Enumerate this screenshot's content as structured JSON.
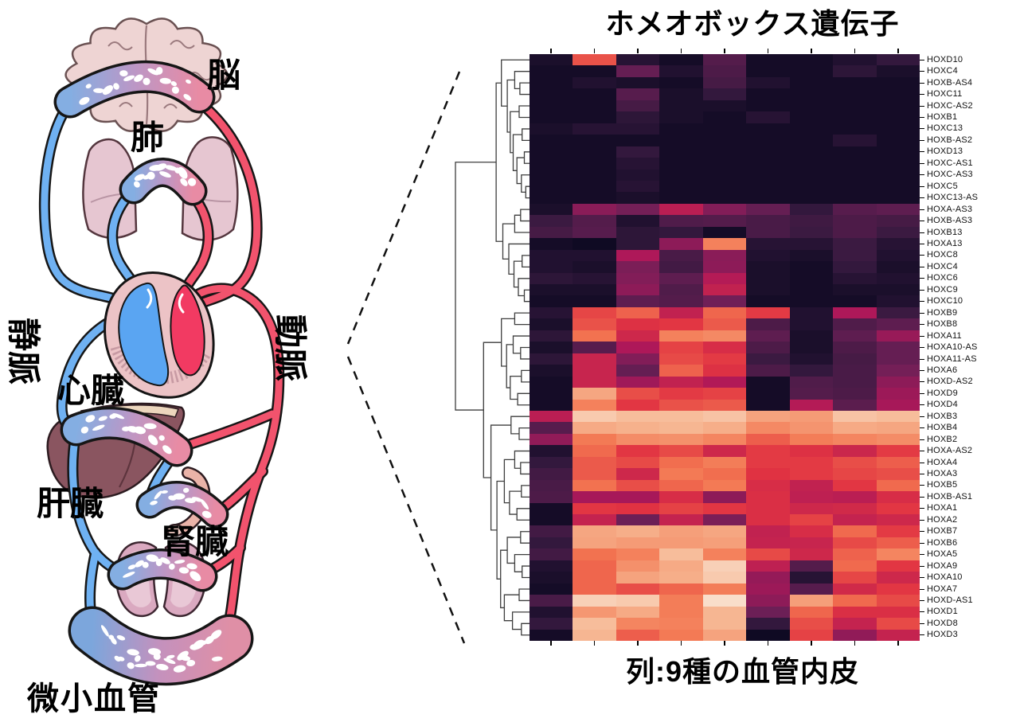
{
  "chart_data": {
    "type": "heatmap",
    "title": "ホメオボックス遺伝子",
    "caption": "列:9種の血管内皮",
    "rows": [
      "HOXD10",
      "HOXC4",
      "HOXB-AS4",
      "HOXC11",
      "HOXC-AS2",
      "HOXB1",
      "HOXC13",
      "HOXB-AS2",
      "HOXD13",
      "HOXC-AS1",
      "HOXC-AS3",
      "HOXC5",
      "HOXC13-AS",
      "HOXA-AS3",
      "HOXB-AS3",
      "HOXB13",
      "HOXA13",
      "HOXC8",
      "HOXC4",
      "HOXC6",
      "HOXC9",
      "HOXC10",
      "HOXB9",
      "HOXB8",
      "HOXA11",
      "HOXA10-AS",
      "HOXA11-AS",
      "HOXA6",
      "HOXD-AS2",
      "HOXD9",
      "HOXD4",
      "HOXB3",
      "HOXB4",
      "HOXB2",
      "HOXA-AS2",
      "HOXA4",
      "HOXA3",
      "HOXB5",
      "HOXB-AS1",
      "HOXA1",
      "HOXA2",
      "HOXB7",
      "HOXB6",
      "HOXA5",
      "HOXA9",
      "HOXA10",
      "HOXA7",
      "HOXD-AS1",
      "HOXD1",
      "HOXD8",
      "HOXD3"
    ],
    "n_columns": 9,
    "colormap": "rocket",
    "legend_position": "none",
    "grid": false,
    "values": [
      [
        0.04,
        0.66,
        0.06,
        0.03,
        0.17,
        0.03,
        0.03,
        0.05,
        0.08
      ],
      [
        0.03,
        0.03,
        0.22,
        0.05,
        0.15,
        0.03,
        0.03,
        0.07,
        0.04
      ],
      [
        0.03,
        0.05,
        0.04,
        0.03,
        0.13,
        0.05,
        0.03,
        0.03,
        0.03
      ],
      [
        0.03,
        0.03,
        0.18,
        0.04,
        0.08,
        0.03,
        0.03,
        0.03,
        0.03
      ],
      [
        0.03,
        0.03,
        0.13,
        0.04,
        0.04,
        0.03,
        0.03,
        0.03,
        0.03
      ],
      [
        0.03,
        0.03,
        0.07,
        0.04,
        0.03,
        0.06,
        0.03,
        0.03,
        0.03
      ],
      [
        0.04,
        0.06,
        0.06,
        0.03,
        0.03,
        0.03,
        0.03,
        0.03,
        0.03
      ],
      [
        0.03,
        0.03,
        0.03,
        0.03,
        0.03,
        0.03,
        0.03,
        0.06,
        0.03
      ],
      [
        0.03,
        0.03,
        0.08,
        0.03,
        0.03,
        0.03,
        0.03,
        0.03,
        0.03
      ],
      [
        0.03,
        0.03,
        0.06,
        0.03,
        0.03,
        0.03,
        0.03,
        0.03,
        0.03
      ],
      [
        0.03,
        0.03,
        0.05,
        0.03,
        0.03,
        0.03,
        0.03,
        0.03,
        0.03
      ],
      [
        0.03,
        0.03,
        0.06,
        0.03,
        0.03,
        0.03,
        0.03,
        0.03,
        0.03
      ],
      [
        0.03,
        0.03,
        0.04,
        0.03,
        0.03,
        0.03,
        0.03,
        0.03,
        0.03
      ],
      [
        0.04,
        0.32,
        0.26,
        0.46,
        0.3,
        0.22,
        0.08,
        0.18,
        0.2
      ],
      [
        0.1,
        0.17,
        0.05,
        0.16,
        0.17,
        0.14,
        0.11,
        0.15,
        0.13
      ],
      [
        0.13,
        0.18,
        0.07,
        0.08,
        0.03,
        0.14,
        0.1,
        0.15,
        0.1
      ],
      [
        0.03,
        0.02,
        0.07,
        0.33,
        0.78,
        0.06,
        0.06,
        0.1,
        0.06
      ],
      [
        0.05,
        0.05,
        0.42,
        0.14,
        0.32,
        0.05,
        0.04,
        0.1,
        0.05
      ],
      [
        0.05,
        0.04,
        0.28,
        0.12,
        0.33,
        0.04,
        0.03,
        0.08,
        0.04
      ],
      [
        0.07,
        0.06,
        0.3,
        0.2,
        0.44,
        0.04,
        0.03,
        0.06,
        0.05
      ],
      [
        0.04,
        0.04,
        0.33,
        0.16,
        0.48,
        0.04,
        0.03,
        0.04,
        0.04
      ],
      [
        0.03,
        0.03,
        0.2,
        0.17,
        0.25,
        0.03,
        0.03,
        0.03,
        0.05
      ],
      [
        0.06,
        0.63,
        0.7,
        0.48,
        0.71,
        0.6,
        0.05,
        0.42,
        0.1
      ],
      [
        0.04,
        0.66,
        0.57,
        0.59,
        0.68,
        0.15,
        0.05,
        0.16,
        0.2
      ],
      [
        0.07,
        0.74,
        0.52,
        0.78,
        0.8,
        0.2,
        0.04,
        0.2,
        0.36
      ],
      [
        0.04,
        0.18,
        0.42,
        0.62,
        0.55,
        0.15,
        0.04,
        0.15,
        0.22
      ],
      [
        0.07,
        0.5,
        0.3,
        0.64,
        0.6,
        0.1,
        0.05,
        0.13,
        0.22
      ],
      [
        0.04,
        0.5,
        0.22,
        0.7,
        0.57,
        0.15,
        0.08,
        0.14,
        0.26
      ],
      [
        0.03,
        0.5,
        0.38,
        0.48,
        0.43,
        0.03,
        0.16,
        0.14,
        0.33
      ],
      [
        0.03,
        0.88,
        0.65,
        0.6,
        0.62,
        0.03,
        0.17,
        0.15,
        0.37
      ],
      [
        0.03,
        0.78,
        0.59,
        0.66,
        0.68,
        0.03,
        0.44,
        0.19,
        0.4
      ],
      [
        0.46,
        0.95,
        0.93,
        0.93,
        0.94,
        0.87,
        0.85,
        0.94,
        0.93
      ],
      [
        0.18,
        0.89,
        0.91,
        0.92,
        0.9,
        0.8,
        0.83,
        0.89,
        0.88
      ],
      [
        0.34,
        0.76,
        0.81,
        0.82,
        0.79,
        0.69,
        0.77,
        0.79,
        0.81
      ],
      [
        0.05,
        0.72,
        0.59,
        0.64,
        0.52,
        0.6,
        0.57,
        0.51,
        0.6
      ],
      [
        0.08,
        0.68,
        0.64,
        0.73,
        0.77,
        0.6,
        0.6,
        0.65,
        0.69
      ],
      [
        0.12,
        0.68,
        0.52,
        0.76,
        0.73,
        0.58,
        0.6,
        0.63,
        0.65
      ],
      [
        0.14,
        0.74,
        0.65,
        0.71,
        0.76,
        0.55,
        0.48,
        0.59,
        0.72
      ],
      [
        0.15,
        0.4,
        0.4,
        0.55,
        0.33,
        0.56,
        0.47,
        0.46,
        0.55
      ],
      [
        0.03,
        0.59,
        0.58,
        0.62,
        0.59,
        0.56,
        0.52,
        0.53,
        0.59
      ],
      [
        0.03,
        0.49,
        0.24,
        0.49,
        0.28,
        0.56,
        0.62,
        0.49,
        0.52
      ],
      [
        0.12,
        0.88,
        0.9,
        0.86,
        0.88,
        0.48,
        0.55,
        0.72,
        0.6
      ],
      [
        0.08,
        0.87,
        0.85,
        0.85,
        0.86,
        0.49,
        0.5,
        0.64,
        0.69
      ],
      [
        0.12,
        0.74,
        0.78,
        0.93,
        0.78,
        0.64,
        0.52,
        0.7,
        0.79
      ],
      [
        0.05,
        0.71,
        0.82,
        0.89,
        0.96,
        0.47,
        0.17,
        0.72,
        0.59
      ],
      [
        0.04,
        0.71,
        0.87,
        0.9,
        0.95,
        0.35,
        0.06,
        0.63,
        0.52
      ],
      [
        0.03,
        0.71,
        0.65,
        0.71,
        0.77,
        0.37,
        0.18,
        0.53,
        0.59
      ],
      [
        0.14,
        0.96,
        0.95,
        0.77,
        0.98,
        0.33,
        0.86,
        0.72,
        0.64
      ],
      [
        0.05,
        0.84,
        0.89,
        0.77,
        0.92,
        0.24,
        0.71,
        0.56,
        0.56
      ],
      [
        0.08,
        0.93,
        0.79,
        0.78,
        0.92,
        0.08,
        0.65,
        0.49,
        0.64
      ],
      [
        0.03,
        0.92,
        0.69,
        0.76,
        0.87,
        0.02,
        0.62,
        0.34,
        0.49
      ]
    ],
    "colormap_stops": [
      [
        0.0,
        "#03051A"
      ],
      [
        0.083,
        "#35193E"
      ],
      [
        0.25,
        "#701F57"
      ],
      [
        0.417,
        "#AD1759"
      ],
      [
        0.583,
        "#E13342"
      ],
      [
        0.75,
        "#F37651"
      ],
      [
        0.917,
        "#F6B48F"
      ],
      [
        1.0,
        "#FAEBDD"
      ]
    ]
  },
  "dendrogram_tree": {
    "d": 1.0,
    "c": [
      {
        "d": 0.45,
        "c": [
          {
            "d": 0.38,
            "c": [
              0,
              {
                "d": 0.3,
                "c": [
                  {
                    "d": 0.2,
                    "c": [
                      1,
                      {
                        "d": 0.13,
                        "c": [
                          2,
                          3
                        ]
                      }
                    ]
                  },
                  {
                    "d": 0.26,
                    "c": [
                      {
                        "d": 0.14,
                        "c": [
                          4,
                          5
                        ]
                      },
                      {
                        "d": 0.22,
                        "c": [
                          {
                            "d": 0.1,
                            "c": [
                              6,
                              7
                            ]
                          },
                          {
                            "d": 0.17,
                            "c": [
                              {
                                "d": 0.07,
                                "c": [
                                  8,
                                  9
                                ]
                              },
                              {
                                "d": 0.11,
                                "c": [
                                  10,
                                  {
                                    "d": 0.05,
                                    "c": [
                                      11,
                                      12
                                    ]
                                  }
                                ]
                              }
                            ]
                          }
                        ]
                      }
                    ]
                  }
                ]
              }
            ]
          },
          {
            "d": 0.36,
            "c": [
              {
                "d": 0.2,
                "c": [
                  {
                    "d": 0.12,
                    "c": [
                      13,
                      14
                    ]
                  },
                  15
                ]
              },
              {
                "d": 0.28,
                "c": [
                  16,
                  {
                    "d": 0.21,
                    "c": [
                      {
                        "d": 0.1,
                        "c": [
                          17,
                          18
                        ]
                      },
                      {
                        "d": 0.15,
                        "c": [
                          19,
                          {
                            "d": 0.07,
                            "c": [
                              20,
                              21
                            ]
                          }
                        ]
                      }
                    ]
                  }
                ]
              }
            ]
          }
        ]
      },
      {
        "d": 0.62,
        "c": [
          {
            "d": 0.38,
            "c": [
              {
                "d": 0.2,
                "c": [
                  22,
                  23
                ]
              },
              {
                "d": 0.31,
                "c": [
                  {
                    "d": 0.22,
                    "c": [
                      24,
                      {
                        "d": 0.12,
                        "c": [
                          25,
                          26
                        ]
                      }
                    ]
                  },
                  {
                    "d": 0.26,
                    "c": [
                      {
                        "d": 0.11,
                        "c": [
                          27,
                          28
                        ]
                      },
                      {
                        "d": 0.16,
                        "c": [
                          29,
                          30
                        ]
                      }
                    ]
                  }
                ]
              }
            ]
          },
          {
            "d": 0.52,
            "c": [
              {
                "d": 0.25,
                "c": [
                  31,
                  {
                    "d": 0.14,
                    "c": [
                      32,
                      33
                    ]
                  }
                ]
              },
              {
                "d": 0.44,
                "c": [
                  {
                    "d": 0.34,
                    "c": [
                      {
                        "d": 0.2,
                        "c": [
                          34,
                          {
                            "d": 0.12,
                            "c": [
                              35,
                              36
                            ]
                          }
                        ]
                      },
                      {
                        "d": 0.27,
                        "c": [
                          {
                            "d": 0.11,
                            "c": [
                              37,
                              38
                            ]
                          },
                          {
                            "d": 0.17,
                            "c": [
                              39,
                              40
                            ]
                          }
                        ]
                      }
                    ]
                  },
                  {
                    "d": 0.39,
                    "c": [
                      {
                        "d": 0.3,
                        "c": [
                          {
                            "d": 0.12,
                            "c": [
                              41,
                              42
                            ]
                          },
                          {
                            "d": 0.2,
                            "c": [
                              43,
                              {
                                "d": 0.1,
                                "c": [
                                  44,
                                  45
                                ]
                              }
                            ]
                          }
                        ]
                      },
                      {
                        "d": 0.34,
                        "c": [
                          {
                            "d": 0.14,
                            "c": [
                              46,
                              47
                            ]
                          },
                          {
                            "d": 0.23,
                            "c": [
                              48,
                              {
                                "d": 0.11,
                                "c": [
                                  49,
                                  50
                                ]
                              }
                            ]
                          }
                        ]
                      }
                    ]
                  }
                ]
              }
            ]
          }
        ]
      }
    ]
  },
  "anatomy": {
    "labels": {
      "brain": "脳",
      "lung": "肺",
      "vein": "静脈",
      "artery": "動脈",
      "heart": "心臓",
      "liver": "肝臓",
      "kidney": "腎臓",
      "microvessels": "微小血管"
    }
  },
  "colors": {
    "vein_blue": "#6fb1f2",
    "artery_red": "#f2536d",
    "vessel_outline": "#161616",
    "brain_fill": "#eed4d3",
    "lung_fill": "#e6c6d1",
    "liver_fill": "#8a5560",
    "kidney_fill": "#daa9c0",
    "heart_wall": "#ecc3c6",
    "heart_blue_chamber": "#5aa5f2",
    "heart_red_chamber": "#f23a62",
    "capillary_gradient": [
      "#84aee2",
      "#bb97c6",
      "#e88ba4"
    ]
  }
}
